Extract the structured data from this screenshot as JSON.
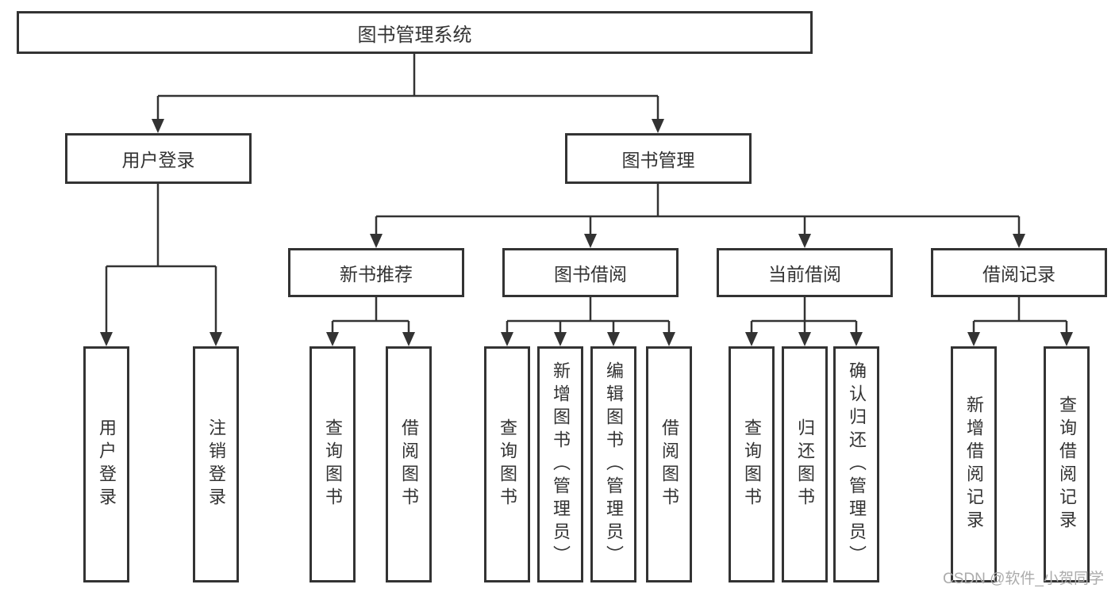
{
  "diagram_type": "hierarchy-tree",
  "colors": {
    "line": "#333333",
    "text": "#333333",
    "box_background": "#ffffff",
    "page_background": "#ffffff",
    "watermark": "#ababab"
  },
  "watermark": {
    "text": "CSDN @软件_小贺同学"
  },
  "tree": {
    "root": {
      "label": "图书管理系统",
      "children": [
        {
          "label": "用户登录",
          "children": [
            {
              "label": "用户登录"
            },
            {
              "label": "注销登录"
            }
          ]
        },
        {
          "label": "图书管理",
          "children": [
            {
              "label": "新书推荐",
              "children": [
                {
                  "label": "查询图书"
                },
                {
                  "label": "借阅图书"
                }
              ]
            },
            {
              "label": "图书借阅",
              "children": [
                {
                  "label": "查询图书"
                },
                {
                  "label": "新增图书（管理员）"
                },
                {
                  "label": "编辑图书（管理员）"
                },
                {
                  "label": "借阅图书"
                }
              ]
            },
            {
              "label": "当前借阅",
              "children": [
                {
                  "label": "查询图书"
                },
                {
                  "label": "归还图书"
                },
                {
                  "label": "确认归还（管理员）"
                }
              ]
            },
            {
              "label": "借阅记录",
              "children": [
                {
                  "label": "新增借阅记录"
                },
                {
                  "label": "查询借阅记录"
                }
              ]
            }
          ]
        }
      ]
    }
  }
}
